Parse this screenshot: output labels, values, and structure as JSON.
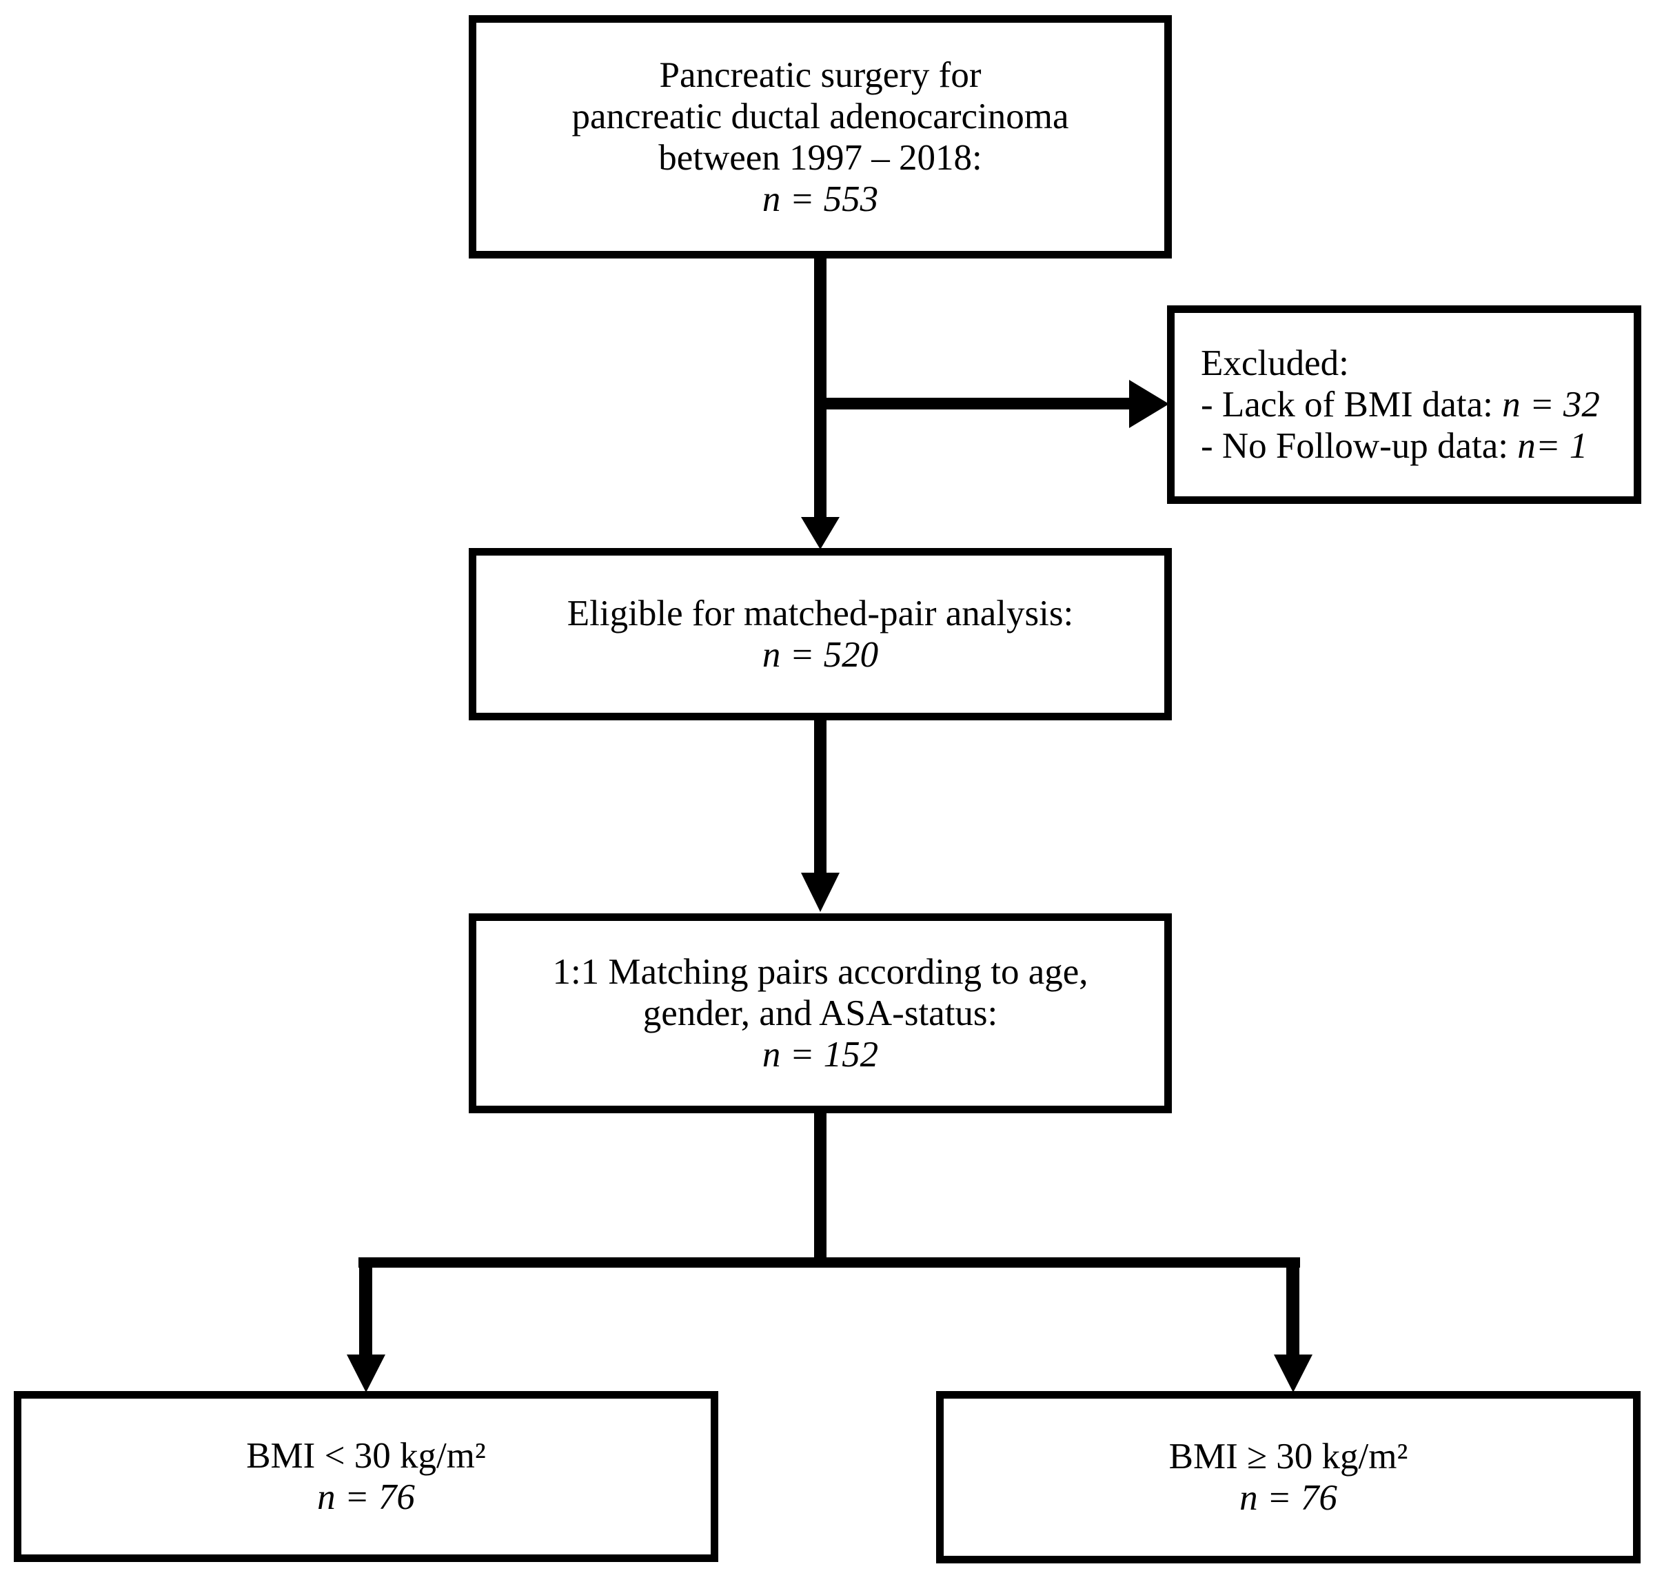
{
  "diagram": {
    "colors": {
      "line": "#000000",
      "background": "#ffffff",
      "text": "#000000"
    },
    "boxes": {
      "surgery": {
        "lines": [
          "Pancreatic surgery for",
          "pancreatic ductal adenocarcinoma",
          "between 1997 – 2018:"
        ],
        "count": "n = 553"
      },
      "excluded": {
        "title": "Excluded:",
        "items": [
          {
            "label": "- Lack of BMI data: ",
            "count": "n = 32"
          },
          {
            "label": "- No Follow-up data: ",
            "count": "n= 1"
          }
        ]
      },
      "eligible": {
        "lines": [
          "Eligible for matched-pair analysis:"
        ],
        "count": "n = 520"
      },
      "matching": {
        "lines": [
          "1:1 Matching pairs according to age,",
          "gender, and ASA-status:"
        ],
        "count": "n = 152"
      },
      "bmi_low": {
        "lines": [
          "BMI < 30 kg/m²"
        ],
        "count": "n = 76"
      },
      "bmi_high": {
        "lines": [
          "BMI ≥ 30 kg/m²"
        ],
        "count": "n = 76"
      }
    }
  }
}
